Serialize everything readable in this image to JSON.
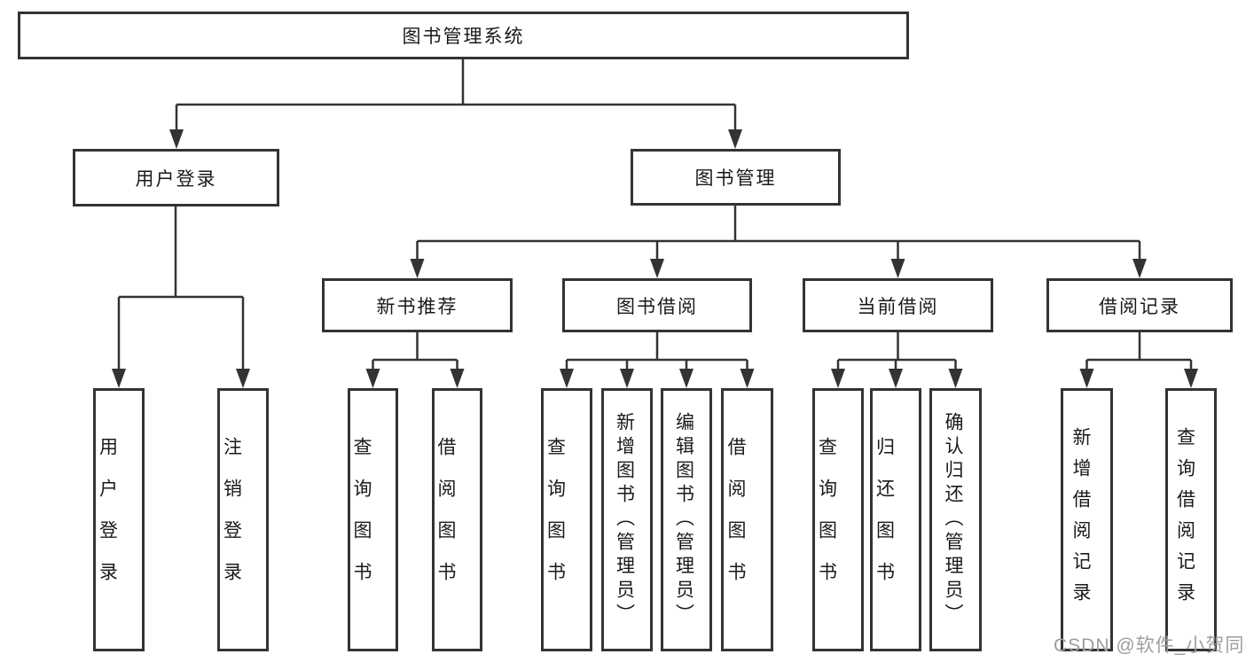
{
  "diagram": {
    "title": "图书管理系统",
    "root": {
      "label": "图书管理系统"
    },
    "level1": [
      {
        "label": "用户登录"
      },
      {
        "label": "图书管理"
      }
    ],
    "level2": [
      {
        "label": "新书推荐"
      },
      {
        "label": "图书借阅"
      },
      {
        "label": "当前借阅"
      },
      {
        "label": "借阅记录"
      }
    ],
    "leaves": {
      "user_login": [
        {
          "label": "用户登录"
        },
        {
          "label": "注销登录"
        }
      ],
      "new_book": [
        {
          "label": "查询图书"
        },
        {
          "label": "借阅图书"
        }
      ],
      "book_borrow": [
        {
          "label": "查询图书"
        },
        {
          "label": "新增图书（管理员）"
        },
        {
          "label": "编辑图书（管理员）"
        },
        {
          "label": "借阅图书"
        }
      ],
      "current_borrow": [
        {
          "label": "查询图书"
        },
        {
          "label": "归还图书"
        },
        {
          "label": "确认归还（管理员）"
        }
      ],
      "borrow_record": [
        {
          "label": "新增借阅记录"
        },
        {
          "label": "查询借阅记录"
        }
      ]
    }
  },
  "watermark": {
    "text": "CSDN @软件_小贺同学"
  },
  "colors": {
    "line": "#333333",
    "text": "#1a1a1a",
    "watermark": "#9e9e9e",
    "background": "#ffffff"
  }
}
